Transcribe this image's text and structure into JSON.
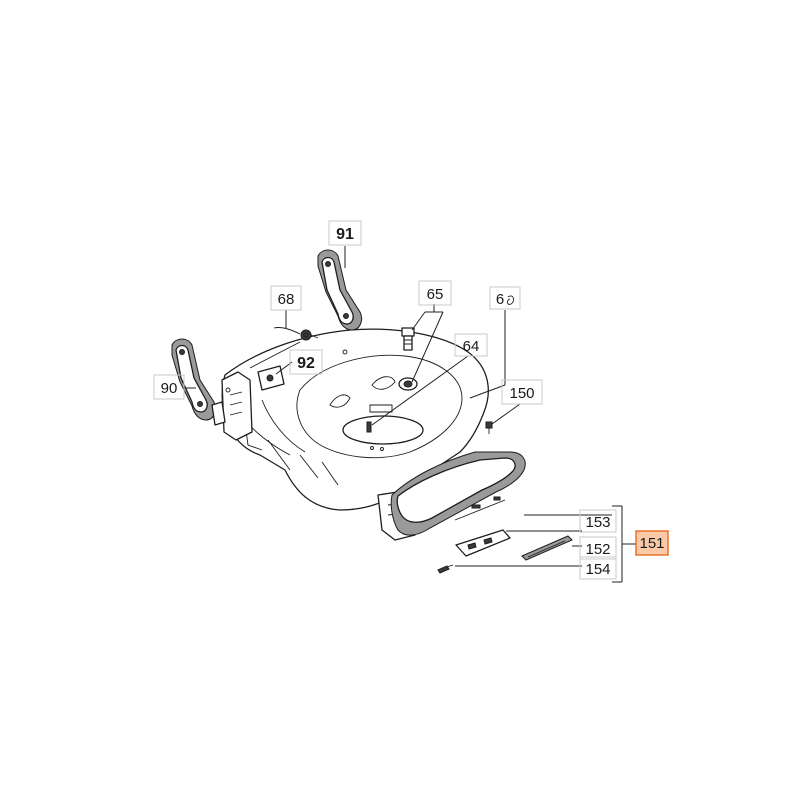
{
  "callouts": {
    "c91": "91",
    "c68": "68",
    "c65": "65",
    "c6x": "6",
    "c64": "64",
    "c92": "92",
    "c90": "90",
    "c150": "150",
    "c153": "153",
    "c152": "152",
    "c154": "154",
    "c151": "151"
  },
  "colors": {
    "highlight_fill": "#f9c9a8",
    "highlight_stroke": "#e8742c",
    "line": "#1e1e1e"
  }
}
